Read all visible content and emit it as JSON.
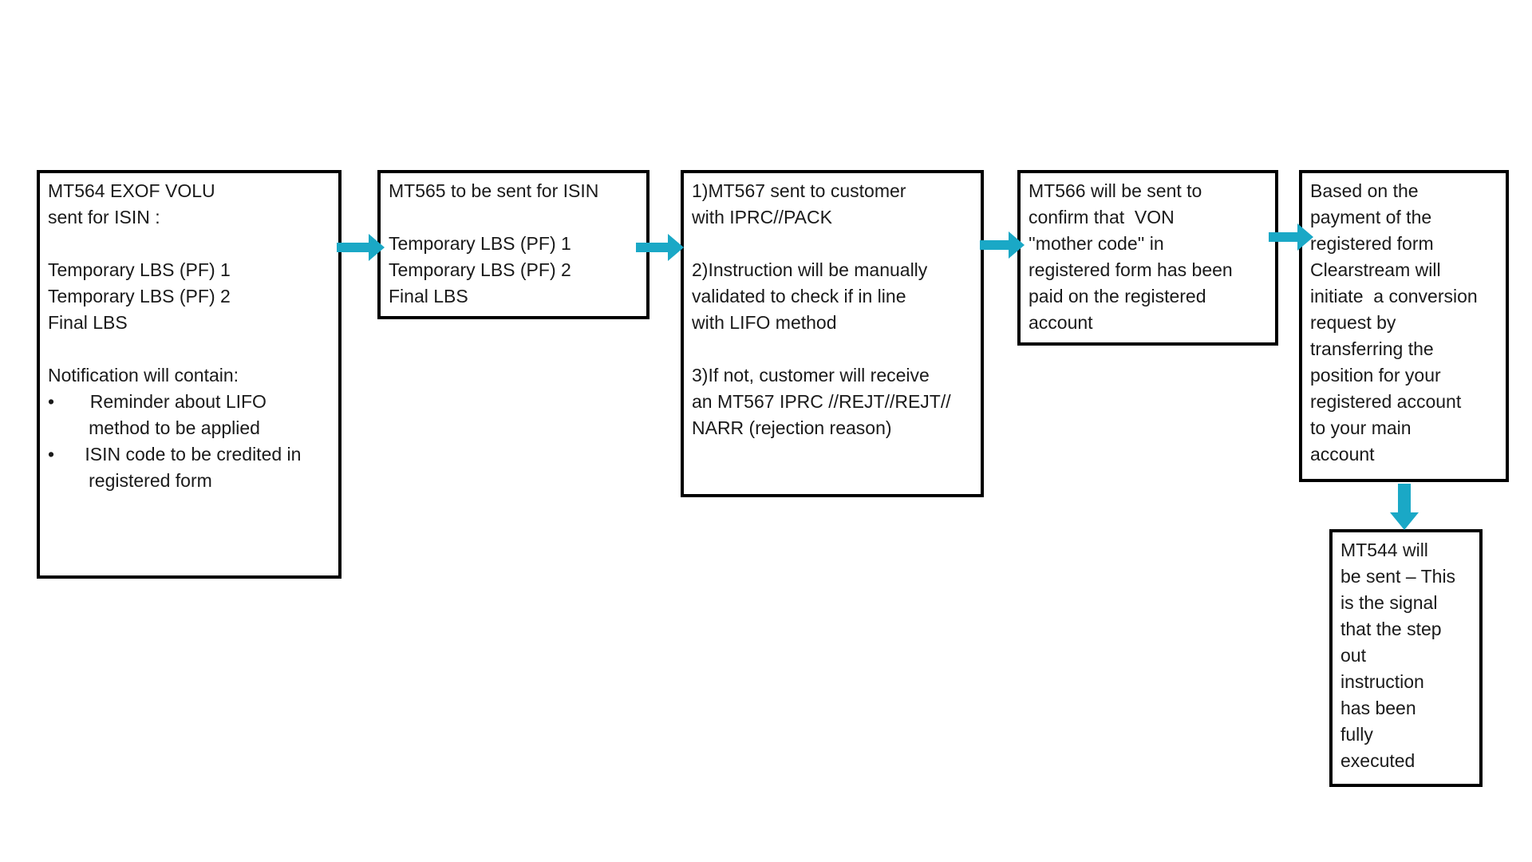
{
  "colors": {
    "arrow": "#1aa8c6",
    "box_border": "#000000",
    "text": "#1a1a1a",
    "background": "#ffffff"
  },
  "flowchart": {
    "boxes": [
      {
        "name": "mt564-notification",
        "lines": [
          "MT564 EXOF VOLU",
          "sent for ISIN :",
          "",
          "Temporary LBS (PF) 1",
          "Temporary LBS (PF) 2",
          "Final LBS",
          "",
          "Notification will contain:",
          "•       Reminder about LIFO",
          "        method to be applied",
          "•      ISIN code to be credited in",
          "        registered form"
        ]
      },
      {
        "name": "mt565-instruction",
        "lines": [
          "MT565 to be sent for ISIN",
          "",
          "Temporary LBS (PF) 1",
          "Temporary LBS (PF) 2",
          "Final LBS"
        ]
      },
      {
        "name": "mt567-status",
        "lines": [
          "1)MT567 sent to customer",
          "with IPRC//PACK",
          "",
          "2)Instruction will be manually",
          "validated to check if in line",
          "with LIFO method",
          "",
          "3)If not, customer will receive",
          "an MT567 IPRC //REJT//REJT//",
          "NARR (rejection reason)"
        ]
      },
      {
        "name": "mt566-confirmation",
        "lines": [
          "MT566 will be sent to",
          "confirm that  VON",
          "''mother code'' in",
          "registered form has been",
          "paid on the registered",
          "account"
        ]
      },
      {
        "name": "conversion-request",
        "lines": [
          "Based on the",
          "payment of the",
          "registered form",
          "Clearstream will",
          "initiate  a conversion",
          "request by",
          "transferring the",
          "position for your",
          "registered account",
          "to your main",
          "account"
        ]
      },
      {
        "name": "mt544-confirmation",
        "lines": [
          "MT544 will",
          "be sent – This",
          "is the signal",
          "that the step",
          "out",
          "instruction",
          "has been",
          "fully",
          "executed"
        ]
      }
    ],
    "arrows": [
      {
        "name": "arrow-mt564-to-mt565",
        "direction": "right"
      },
      {
        "name": "arrow-mt565-to-mt567",
        "direction": "right"
      },
      {
        "name": "arrow-mt567-to-mt566",
        "direction": "right"
      },
      {
        "name": "arrow-mt566-to-conversion",
        "direction": "right"
      },
      {
        "name": "arrow-conversion-to-mt544",
        "direction": "down"
      }
    ]
  }
}
